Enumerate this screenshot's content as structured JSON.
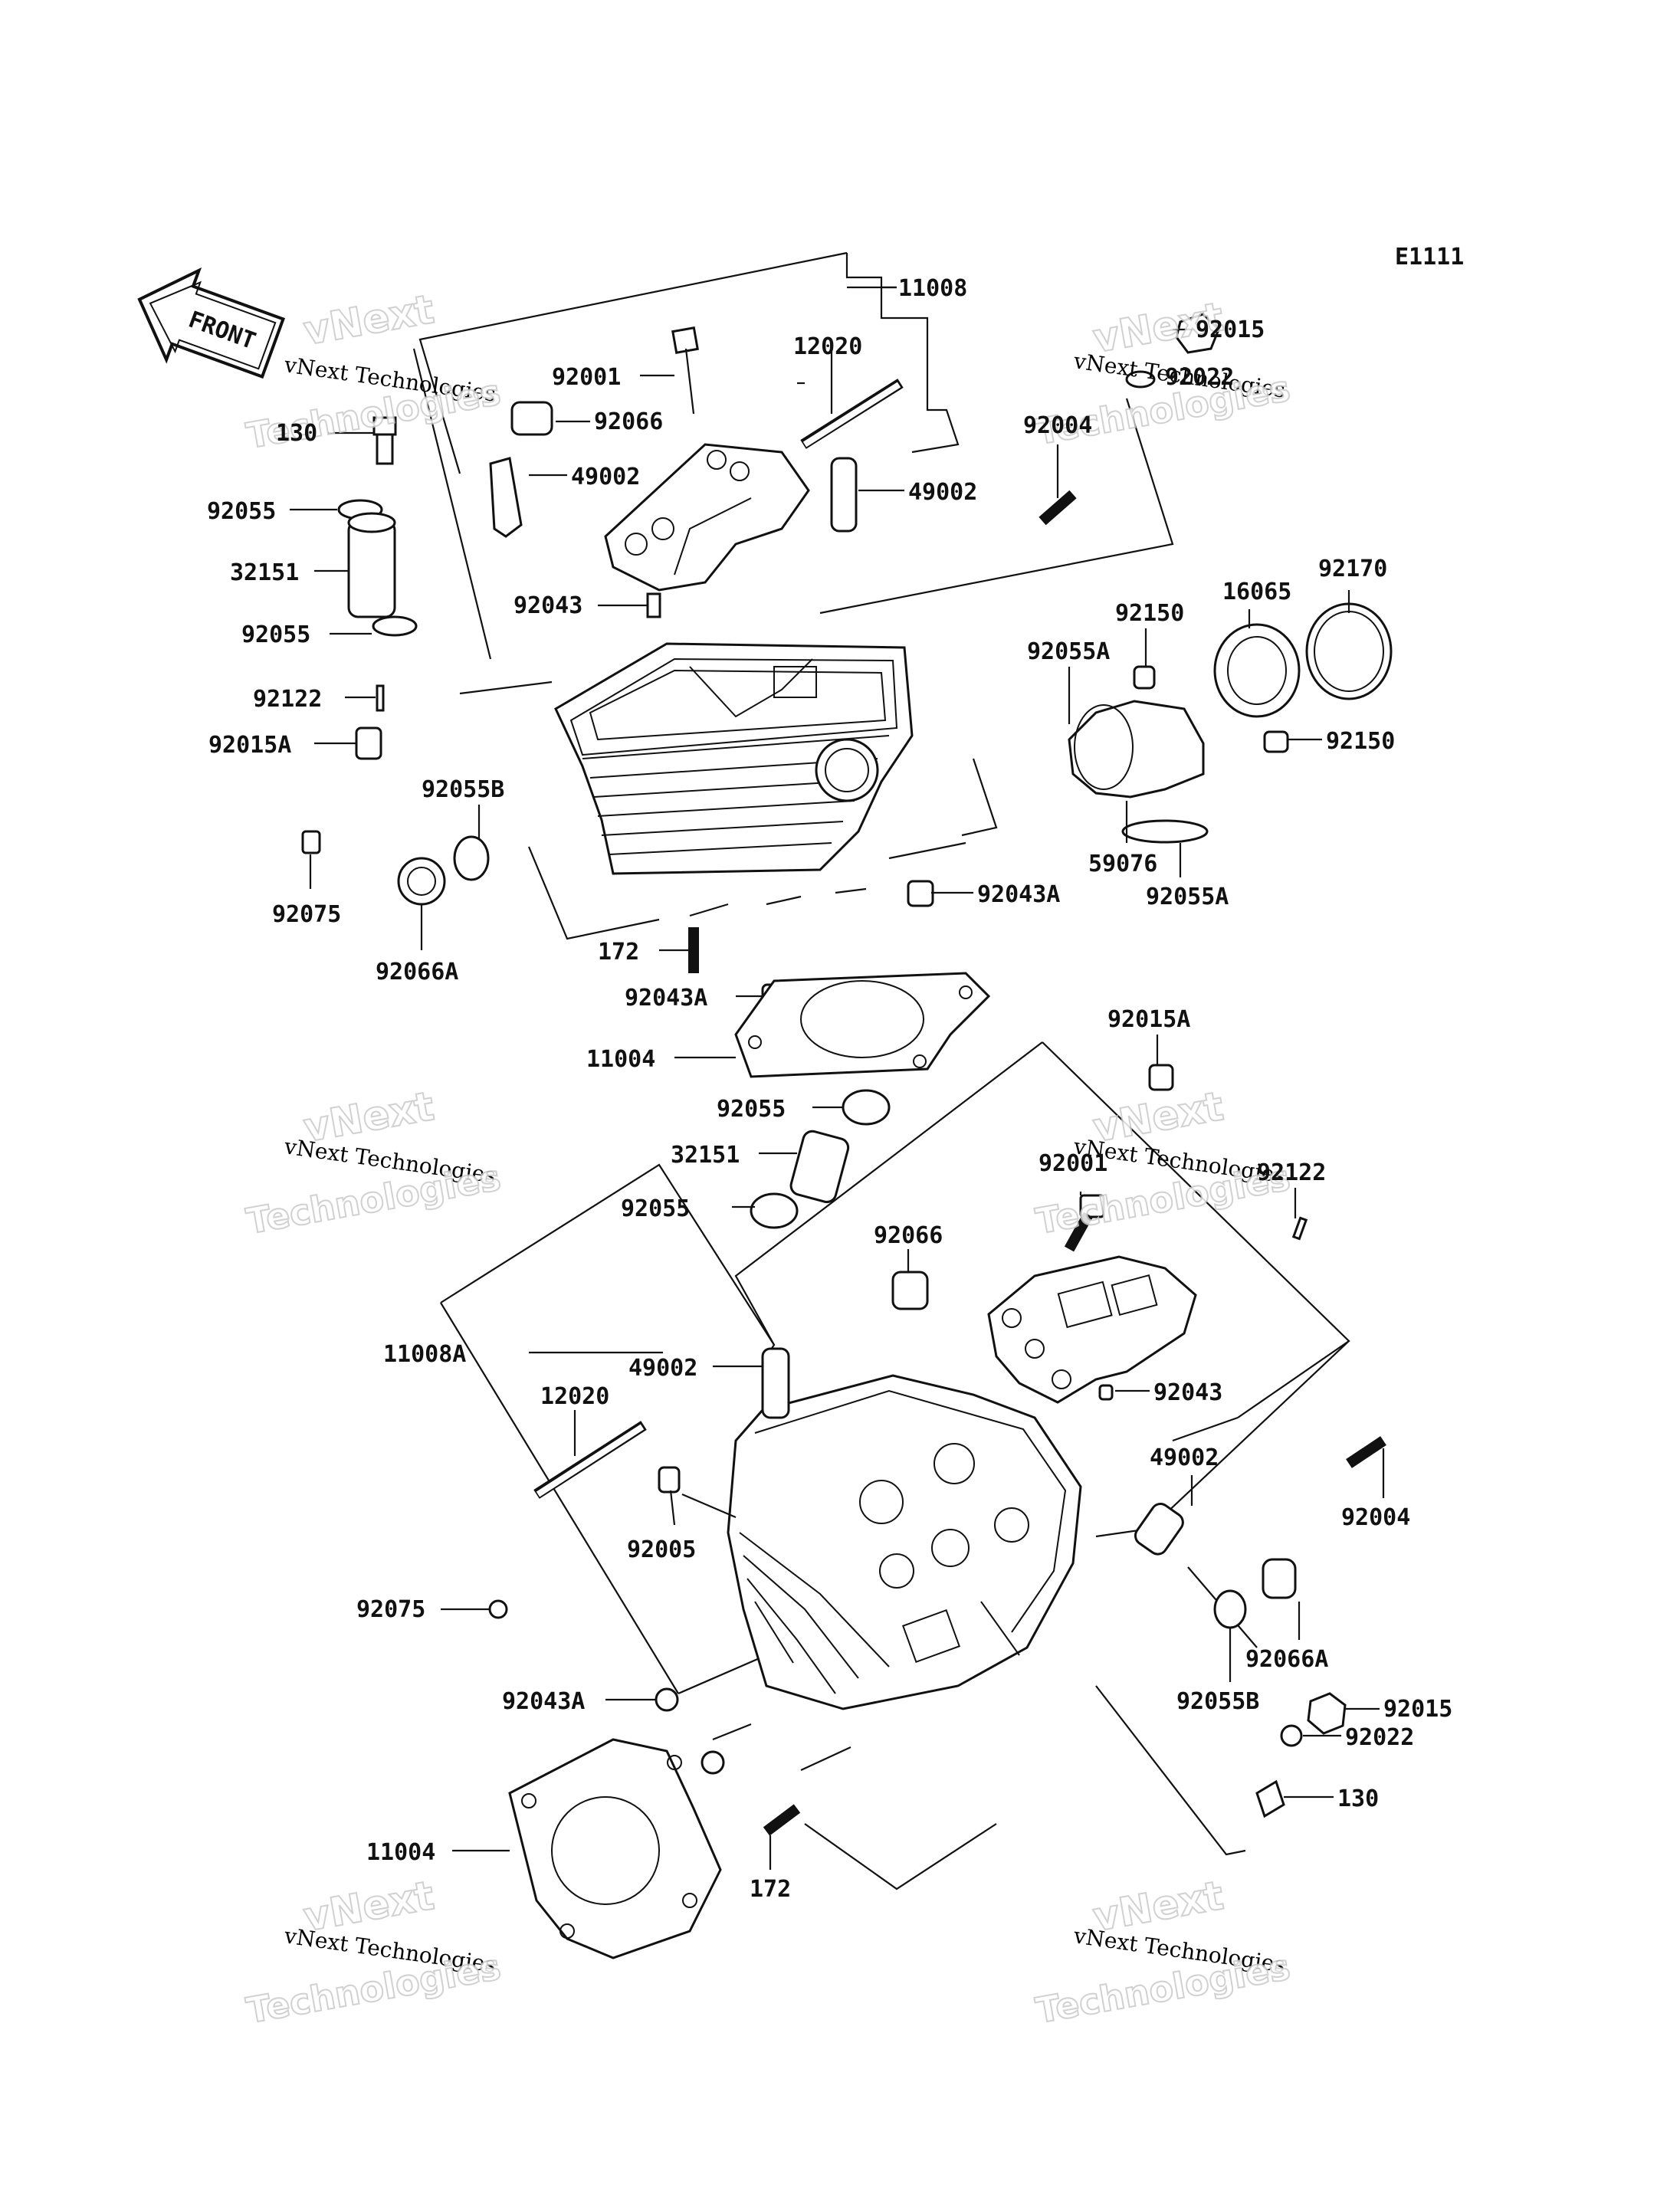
{
  "diagram_code": "E1111",
  "front_marker": "FRONT",
  "watermark": {
    "line1": "vNext",
    "line2": "vNext Technologies",
    "line3": "Technologies"
  },
  "labels": {
    "l11008": "11008",
    "l92015_top": "92015",
    "l12020_top": "12020",
    "l92022_top": "92022",
    "l92001_top": "92001",
    "l92066_top": "92066",
    "l130_top": "130",
    "l92004_top": "92004",
    "l49002_top_left": "49002",
    "l49002_top_right": "49002",
    "l92055_a": "92055",
    "l32151_top": "32151",
    "l92170": "92170",
    "l92150_a": "92150",
    "l16065": "16065",
    "l92043_top": "92043",
    "l92055_b": "92055",
    "l92055A_top": "92055A",
    "l92122_top": "92122",
    "l92150_b": "92150",
    "l92015A_top": "92015A",
    "l92055B_top": "92055B",
    "l59076": "59076",
    "l92055A_bottom": "92055A",
    "l92043A_right": "92043A",
    "l92075_top": "92075",
    "l92066A_top": "92066A",
    "l172_top": "172",
    "l92043A_mid": "92043A",
    "l11004_top": "11004",
    "l92015A_bottom": "92015A",
    "l92055_c": "92055",
    "l32151_bottom": "32151",
    "l92001_bottom": "92001",
    "l92122_bottom": "92122",
    "l92055_d": "92055",
    "l92066_bottom": "92066",
    "l11008A": "11008A",
    "l49002_bottom_left": "49002",
    "l12020_bottom": "12020",
    "l92043_bottom": "92043",
    "l49002_bottom_right": "49002",
    "l92005": "92005",
    "l92004_bottom": "92004",
    "l92075_bottom": "92075",
    "l92066A_bottom": "92066A",
    "l92043A_bottom": "92043A",
    "l92055B_bottom": "92055B",
    "l92015_bottom": "92015",
    "l92022_bottom": "92022",
    "l130_bottom": "130",
    "l11004_bottom": "11004",
    "l172_bottom": "172"
  }
}
